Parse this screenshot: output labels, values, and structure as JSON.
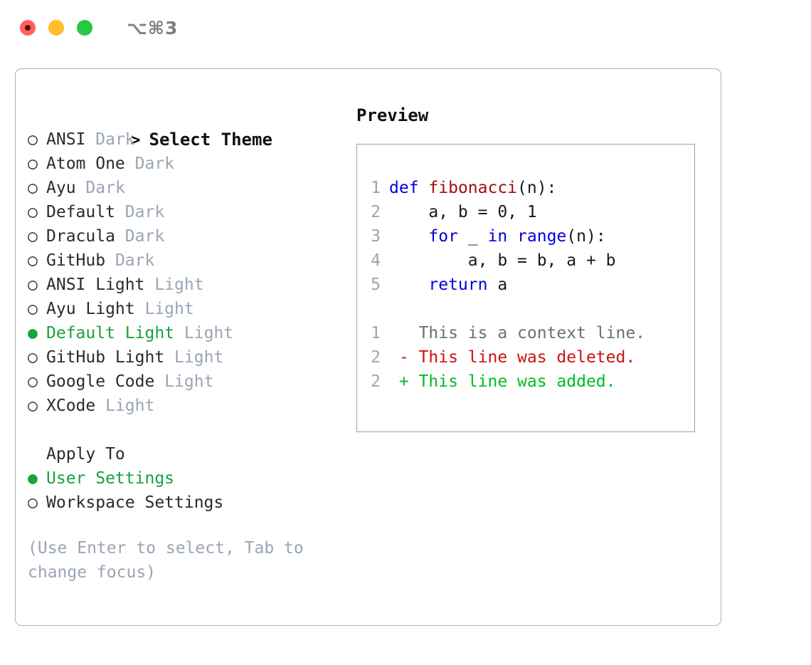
{
  "titlebar": {
    "traffic_lights": [
      {
        "name": "close-button",
        "color": "#ff6159"
      },
      {
        "name": "minimize-button",
        "color": "#ffbd2e"
      },
      {
        "name": "maximize-button",
        "color": "#28c840"
      }
    ],
    "shortcut": "⌥⌘3"
  },
  "theme_picker": {
    "header_prompt": ">",
    "header_label": "Select Theme",
    "items": [
      {
        "bullet": "○",
        "label": "ANSI",
        "variant": "Dark",
        "selected": false
      },
      {
        "bullet": "○",
        "label": "Atom One",
        "variant": "Dark",
        "selected": false
      },
      {
        "bullet": "○",
        "label": "Ayu",
        "variant": "Dark",
        "selected": false
      },
      {
        "bullet": "○",
        "label": "Default",
        "variant": "Dark",
        "selected": false
      },
      {
        "bullet": "○",
        "label": "Dracula",
        "variant": "Dark",
        "selected": false
      },
      {
        "bullet": "○",
        "label": "GitHub",
        "variant": "Dark",
        "selected": false
      },
      {
        "bullet": "○",
        "label": "ANSI Light",
        "variant": "Light",
        "selected": false
      },
      {
        "bullet": "○",
        "label": "Ayu Light",
        "variant": "Light",
        "selected": false
      },
      {
        "bullet": "●",
        "label": "Default Light",
        "variant": "Light",
        "selected": true
      },
      {
        "bullet": "○",
        "label": "GitHub Light",
        "variant": "Light",
        "selected": false
      },
      {
        "bullet": "○",
        "label": "Google Code",
        "variant": "Light",
        "selected": false
      },
      {
        "bullet": "○",
        "label": "XCode",
        "variant": "Light",
        "selected": false
      }
    ]
  },
  "apply_to": {
    "title": "Apply To",
    "options": [
      {
        "bullet": "●",
        "label": "User Settings",
        "selected": true
      },
      {
        "bullet": "○",
        "label": "Workspace Settings",
        "selected": false
      }
    ]
  },
  "hint": "(Use Enter to select, Tab to change focus)",
  "preview": {
    "title": "Preview",
    "code_lines": [
      {
        "num": "1",
        "tokens": [
          {
            "t": "def ",
            "c": "kw"
          },
          {
            "t": "fibonacci",
            "c": "fn"
          },
          {
            "t": "(n):",
            "c": "plain"
          }
        ]
      },
      {
        "num": "2",
        "tokens": [
          {
            "t": "    a, b = 0, 1",
            "c": "plain"
          }
        ]
      },
      {
        "num": "3",
        "tokens": [
          {
            "t": "    ",
            "c": "plain"
          },
          {
            "t": "for",
            "c": "kw"
          },
          {
            "t": " _ ",
            "c": "plain"
          },
          {
            "t": "in",
            "c": "kw"
          },
          {
            "t": " ",
            "c": "plain"
          },
          {
            "t": "range",
            "c": "kw"
          },
          {
            "t": "(n):",
            "c": "plain"
          }
        ]
      },
      {
        "num": "4",
        "tokens": [
          {
            "t": "        a, b = b, a + b",
            "c": "plain"
          }
        ]
      },
      {
        "num": "5",
        "tokens": [
          {
            "t": "    ",
            "c": "plain"
          },
          {
            "t": "return",
            "c": "kw"
          },
          {
            "t": " a",
            "c": "plain"
          }
        ]
      }
    ],
    "diff_lines": [
      {
        "num": "1",
        "tokens": [
          {
            "t": "   This is a context line.",
            "c": "ctx"
          }
        ]
      },
      {
        "num": "2",
        "tokens": [
          {
            "t": " - This line was deleted.",
            "c": "del"
          }
        ]
      },
      {
        "num": "2",
        "tokens": [
          {
            "t": " + This line was added.",
            "c": "add"
          }
        ]
      }
    ]
  },
  "colors": {
    "selected_green": "#17a23b",
    "muted": "#9aa5b4",
    "keyword_blue": "#0000dd",
    "function_red": "#9b0f0f",
    "diff_delete": "#cc1111",
    "diff_add": "#00bb22",
    "border": "#a7b2c0"
  }
}
